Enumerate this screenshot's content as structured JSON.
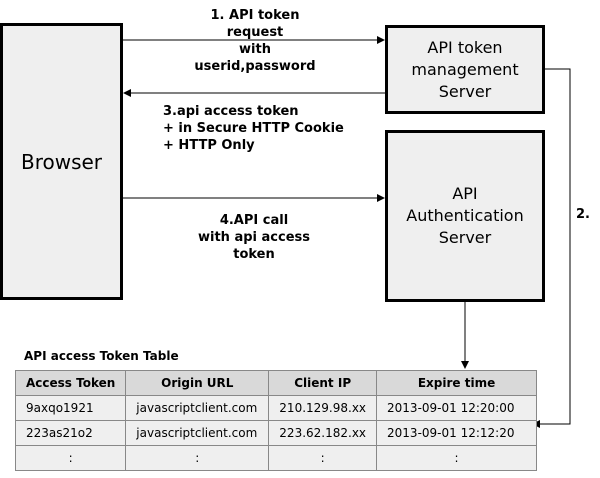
{
  "nodes": {
    "browser": "Browser",
    "token_server": "API token\nmanagement\nServer",
    "auth_server": "API\nAuthentication\nServer"
  },
  "edges": {
    "step1": "1. API token request\nwith userid,password",
    "step2": "2.",
    "step3": "3.api access token\n+ in Secure HTTP Cookie\n+ HTTP Only",
    "step4": "4.API call\nwith api access token"
  },
  "table": {
    "title": "API access  Token Table",
    "headers": [
      "Access  Token",
      "Origin URL",
      "Client IP",
      "Expire time"
    ],
    "rows": [
      [
        "9axqo1921",
        "javascriptclient.com",
        "210.129.98.xx",
        "2013-09-01  12:20:00"
      ],
      [
        "223as21o2",
        "javascriptclient.com",
        "223.62.182.xx",
        "2013-09-01  12:12:20"
      ],
      [
        ":",
        ":",
        ":",
        ":"
      ]
    ]
  }
}
